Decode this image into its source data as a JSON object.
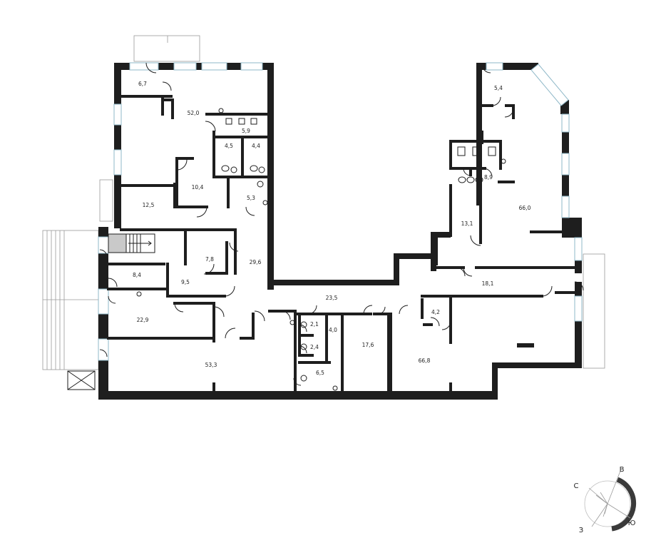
{
  "rooms": [
    {
      "id": "r1",
      "area": "6,7"
    },
    {
      "id": "r2",
      "area": "52,0"
    },
    {
      "id": "r3",
      "area": "5,9"
    },
    {
      "id": "r4",
      "area": "4,5"
    },
    {
      "id": "r5",
      "area": "4,4"
    },
    {
      "id": "r6",
      "area": "10,4"
    },
    {
      "id": "r7",
      "area": "5,3"
    },
    {
      "id": "r8",
      "area": "12,5"
    },
    {
      "id": "r9",
      "area": "7,8"
    },
    {
      "id": "r10",
      "area": "29,6"
    },
    {
      "id": "r11",
      "area": "8,4"
    },
    {
      "id": "r12",
      "area": "9,5"
    },
    {
      "id": "r13",
      "area": "22,9"
    },
    {
      "id": "r14",
      "area": "23,5"
    },
    {
      "id": "r15",
      "area": "53,3"
    },
    {
      "id": "r16",
      "area": "2,1"
    },
    {
      "id": "r17",
      "area": "4,0"
    },
    {
      "id": "r18",
      "area": "2,4"
    },
    {
      "id": "r19",
      "area": "6,5"
    },
    {
      "id": "r20",
      "area": "17,6"
    },
    {
      "id": "r21",
      "area": "66,8"
    },
    {
      "id": "r22",
      "area": "4,2"
    },
    {
      "id": "r23",
      "area": "18,1"
    },
    {
      "id": "r24",
      "area": "13,1"
    },
    {
      "id": "r25",
      "area": "8,9"
    },
    {
      "id": "r26",
      "area": "66,0"
    },
    {
      "id": "r27",
      "area": "5,4"
    }
  ],
  "compass": {
    "north": "С",
    "east": "В",
    "south": "Ю",
    "west": "З"
  },
  "colors": {
    "wall": "#1e1e1e",
    "window": "#8fb8c8",
    "stair_fill": "#c9c9c9",
    "compass_arc": "#3a3a3a"
  }
}
